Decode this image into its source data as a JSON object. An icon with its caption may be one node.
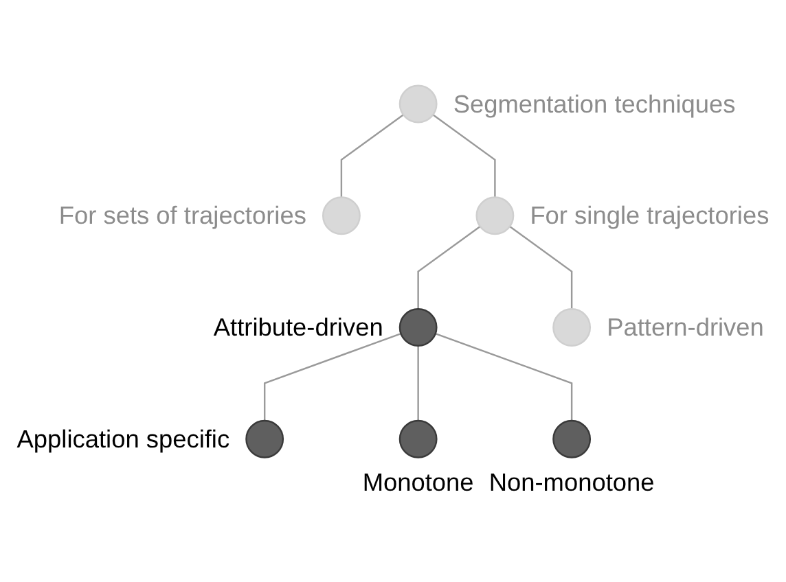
{
  "diagram": {
    "nodes": [
      {
        "text": [],
        "shape": "circle",
        "beside": [
          "Segmentation techniques"
        ]
      },
      {
        "text": [],
        "shape": "circle",
        "beside": [
          "For sets of trajectories"
        ]
      },
      {
        "text": [],
        "shape": "circle",
        "beside": [
          "For single trajectories"
        ]
      },
      {
        "text": [],
        "shape": "circle",
        "beside": [
          "Attribute-driven"
        ]
      },
      {
        "text": [],
        "shape": "circle",
        "beside": [
          "Pattern-driven"
        ]
      },
      {
        "text": [],
        "shape": "circle",
        "beside": [
          "Application specific"
        ]
      },
      {
        "text": [],
        "shape": "circle",
        "beside": [
          "Monotone"
        ]
      },
      {
        "text": [],
        "shape": "circle",
        "beside": [
          "Non-monotone"
        ]
      }
    ],
    "edges": [
      {
        "from": 0,
        "to": 1,
        "arrow": "none"
      },
      {
        "from": 0,
        "to": 2,
        "arrow": "none"
      },
      {
        "from": 2,
        "to": 3,
        "arrow": "none"
      },
      {
        "from": 2,
        "to": 4,
        "arrow": "none"
      },
      {
        "from": 3,
        "to": 5,
        "arrow": "none"
      },
      {
        "from": 3,
        "to": 6,
        "arrow": "none"
      },
      {
        "from": 3,
        "to": 7,
        "arrow": "none"
      }
    ]
  }
}
